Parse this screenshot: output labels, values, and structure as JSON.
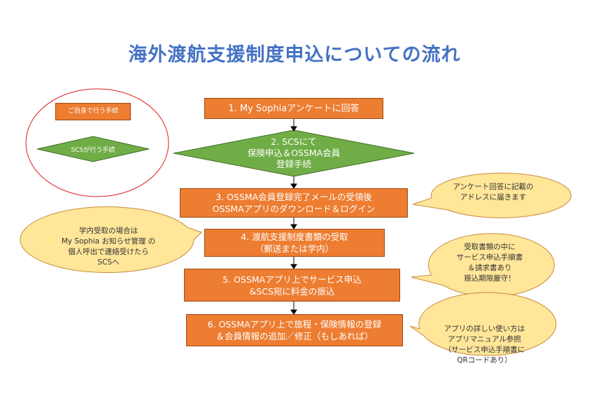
{
  "title": "海外渡航支援制度申込についての流れ",
  "colors": {
    "title": "#4472c4",
    "self_step": "#ed7d31",
    "scs_step": "#70ad47",
    "note_fill": "#ffe699",
    "legend_border": "#e02020"
  },
  "legend": {
    "self_label": "ご自身で行う手続",
    "scs_label": "SCSが行う手続"
  },
  "steps": [
    {
      "label": "1. My Sophiaアンケートに回答",
      "actor": "self"
    },
    {
      "label": "2. SCSにて\n保険申込＆OSSMA会員\n登録手続",
      "actor": "scs"
    },
    {
      "label": "3. OSSMA会員登録完了メールの受領後\nOSSMAアプリのダウンロード＆ログイン",
      "actor": "self"
    },
    {
      "label": "4. 渡航支援制度書類の受取\n（郵送または学内）",
      "actor": "self"
    },
    {
      "label": "5. OSSMAアプリ上でサービス申込\n&SCS宛に料金の振込",
      "actor": "self"
    },
    {
      "label": "6. OSSMAアプリ上で旅程・保険情報の登録\n＆会員情報の追加／修正（もしあれば）",
      "actor": "self"
    }
  ],
  "notes": [
    {
      "text": "アンケート回答に記載の\nアドレスに届きます",
      "target_step": 3
    },
    {
      "text": "学内受取の場合は\nMy Sophia お知らせ管理 の\n個人呼出で連絡受けたら\nSCSへ",
      "target_step": 4
    },
    {
      "text": "受取書類の中に\nサービス申込手順書\n＆請求書あり\n振込期限厳守！",
      "target_step": 5
    },
    {
      "text": "アプリの詳しい使い方は\nアプリマニュアル参照\n（サービス申込手順書に\nQRコードあり）",
      "target_step": 6
    }
  ]
}
